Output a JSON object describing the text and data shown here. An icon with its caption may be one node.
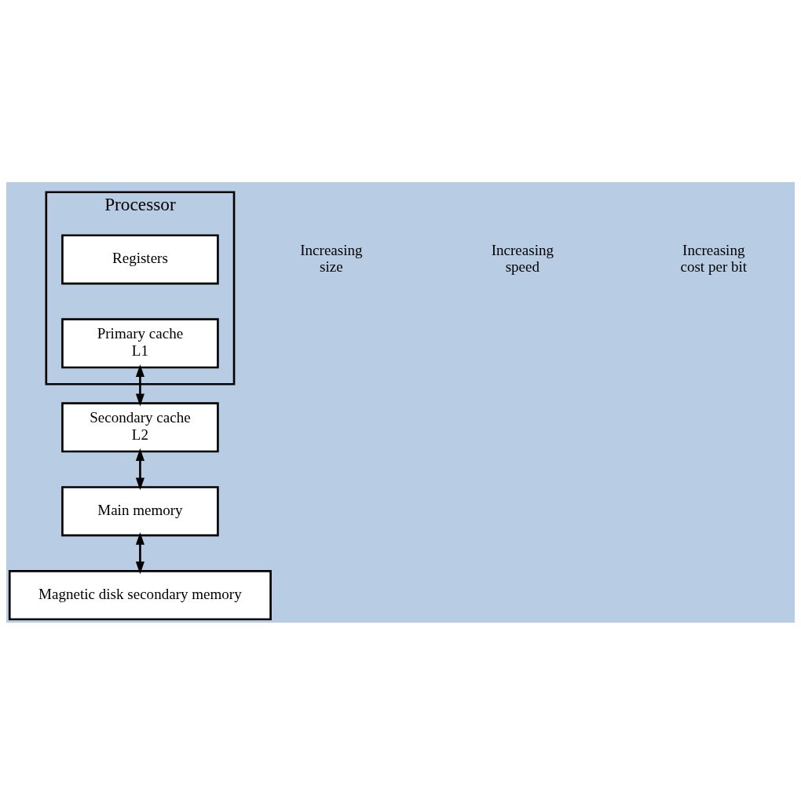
{
  "diagram": {
    "nodes": [
      {
        "text": [
          "Processor"
        ]
      },
      {
        "text": [
          "Registers"
        ],
        "in": 0
      },
      {
        "text": [
          "Primary cache",
          "L1"
        ],
        "in": 0
      },
      {
        "text": [
          "Secondary cache",
          "L2"
        ]
      },
      {
        "text": [
          "Main memory"
        ]
      },
      {
        "text": [
          "Magnetic disk secondary memory"
        ]
      }
    ],
    "edges": [
      {
        "from": 2,
        "to": 3,
        "arrow": "both"
      },
      {
        "from": 3,
        "to": 4,
        "arrow": "both"
      },
      {
        "from": 4,
        "to": 5,
        "arrow": "both"
      }
    ],
    "labels": [
      "Increasing size",
      "Increasing speed",
      "Increasing cost per bit"
    ]
  }
}
